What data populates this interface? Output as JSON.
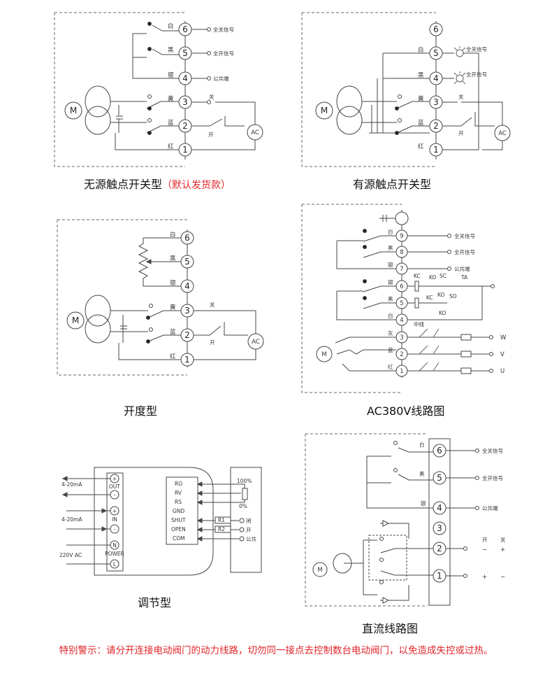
{
  "diagrams": {
    "passive": {
      "caption": "无源触点开关型",
      "note": "（默认发货款）",
      "pins": [
        "6",
        "5",
        "4",
        "3",
        "2",
        "1"
      ],
      "wire_colors": [
        "白",
        "黑",
        "银",
        "黄",
        "蓝",
        "红"
      ],
      "signals": [
        "全关信号",
        "全开信号",
        "公共端"
      ],
      "close": "关",
      "open": "开",
      "motor": "M",
      "supply": "AC"
    },
    "active": {
      "caption": "有源触点开关型",
      "pins": [
        "6",
        "5",
        "4",
        "3",
        "2",
        "1"
      ],
      "wire_colors": [
        "白",
        "黑",
        "黄",
        "蓝",
        "红"
      ],
      "signals": [
        "全关信号",
        "全开信号"
      ],
      "close": "关",
      "open": "开",
      "motor": "M",
      "supply": "AC"
    },
    "opening": {
      "caption": "开度型",
      "pins": [
        "6",
        "5",
        "4",
        "3",
        "2",
        "1"
      ],
      "wire_colors": [
        "白",
        "黑",
        "银",
        "黄",
        "蓝",
        "红"
      ],
      "close": "关",
      "open": "开",
      "motor": "M",
      "supply": "AC"
    },
    "ac380": {
      "caption": "AC380V线路图",
      "pins": [
        "9",
        "8",
        "7",
        "6",
        "5",
        "4",
        "3",
        "2",
        "1"
      ],
      "wire_colors": [
        "白",
        "黑",
        "银",
        "银",
        "黑",
        "白",
        "灰",
        "蓝",
        "红"
      ],
      "signals": [
        "全关信号",
        "全开信号",
        "公共端"
      ],
      "neutral": "中线",
      "phases": [
        "W",
        "V",
        "U"
      ],
      "contacts": [
        "KC",
        "KO",
        "SC",
        "TA",
        "KC",
        "KO",
        "SO",
        "KO"
      ],
      "motor": "M"
    },
    "regulating": {
      "caption": "调节型",
      "left_terminals": [
        "+",
        "-",
        "+",
        "-",
        "N",
        "L"
      ],
      "out_label": "OUT",
      "in_label": "IN",
      "power_label": "POWER",
      "out_range": "4-20mA",
      "in_range": "4-20mA",
      "supply": "220V AC",
      "board_labels": [
        "RO",
        "RV",
        "RS",
        "GND",
        "SHUT",
        "OPEN",
        "COM"
      ],
      "resistors": [
        "R1",
        "R2"
      ],
      "pot_top": "100%",
      "pot_bottom": "0%",
      "right_labels": [
        "闭",
        "开",
        "公共"
      ]
    },
    "dc": {
      "caption": "直流线路图",
      "pins": [
        "6",
        "5",
        "4",
        "3",
        "2",
        "1"
      ],
      "wire_colors": [
        "白",
        "黑",
        "银"
      ],
      "signals": [
        "全关信号",
        "全开信号",
        "公共端"
      ],
      "open": "开",
      "close": "关",
      "pol_row1": [
        "−",
        "+"
      ],
      "pol_row2": [
        "+",
        "−"
      ],
      "motor": "M"
    }
  },
  "warning": "特别警示：请分开连接电动阀门的动力线路，切勿同一接点去控制数台电动阀门，以免造成失控或过热。"
}
